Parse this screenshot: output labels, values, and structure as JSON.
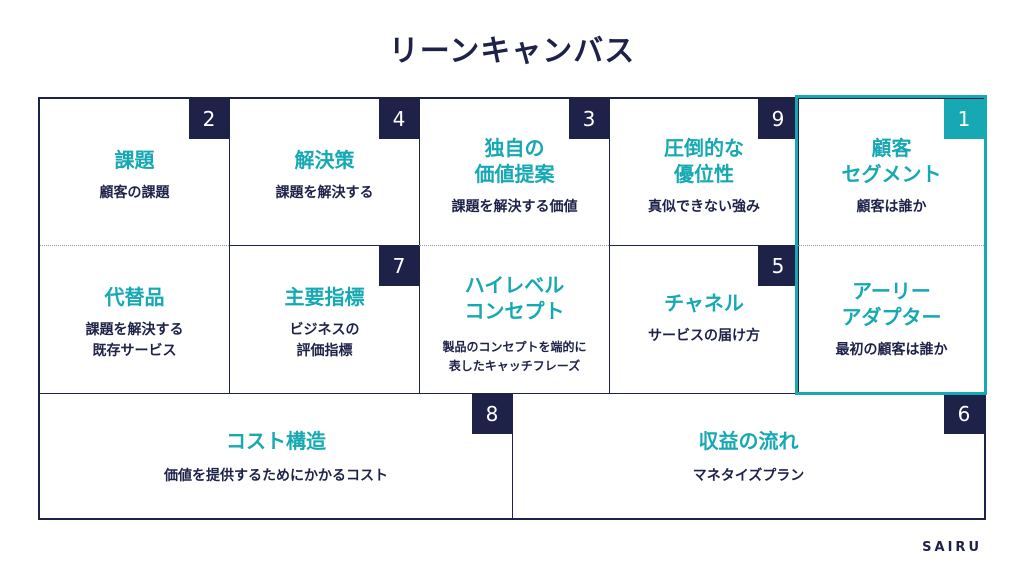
{
  "title": "リーンキャンバス",
  "brand": "SAIRU",
  "colors": {
    "navy": "#1e2248",
    "teal": "#16a9b3"
  },
  "cells": {
    "problem": {
      "number": "2",
      "title": "課題",
      "desc": "顧客の課題"
    },
    "solution": {
      "number": "4",
      "title": "解決策",
      "desc": "課題を解決する"
    },
    "uvp": {
      "number": "3",
      "title": "独自の\n価値提案",
      "desc": "課題を解決する価値"
    },
    "advantage": {
      "number": "9",
      "title": "圧倒的な\n優位性",
      "desc": "真似できない強み"
    },
    "segments": {
      "number": "1",
      "title": "顧客\nセグメント",
      "desc": "顧客は誰か"
    },
    "alternatives": {
      "title": "代替品",
      "desc": "課題を解決する\n既存サービス"
    },
    "metrics": {
      "number": "7",
      "title": "主要指標",
      "desc": "ビジネスの\n評価指標"
    },
    "concept": {
      "title": "ハイレベル\nコンセプト",
      "desc": "製品のコンセプトを端的に\n表したキャッチフレーズ"
    },
    "channels": {
      "number": "5",
      "title": "チャネル",
      "desc": "サービスの届け方"
    },
    "early_adopters": {
      "title": "アーリー\nアダプター",
      "desc": "最初の顧客は誰か"
    },
    "cost": {
      "number": "8",
      "title": "コスト構造",
      "desc": "価値を提供するためにかかるコスト"
    },
    "revenue": {
      "number": "6",
      "title": "収益の流れ",
      "desc": "マネタイズプラン"
    }
  }
}
